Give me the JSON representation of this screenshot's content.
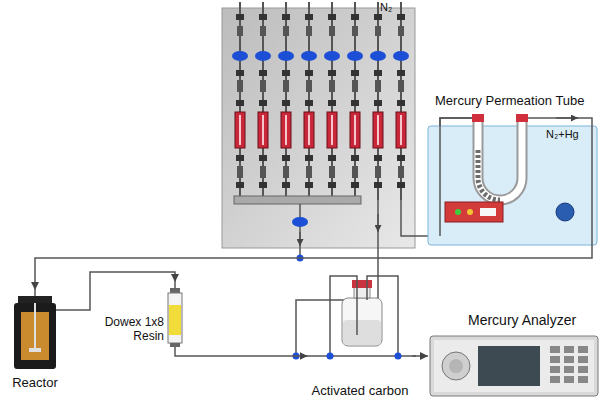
{
  "diagram": {
    "nodes": [
      {
        "text": [
          "Mercury Permeation Tube"
        ]
      },
      {
        "text": [
          "Reactor"
        ]
      },
      {
        "text": [
          "Dowex 1x8 Resin"
        ]
      },
      {
        "text": [
          "Activated carbon"
        ]
      },
      {
        "text": [
          "Mercury Analyzer"
        ]
      }
    ],
    "edges": [
      {
        "from": 0,
        "to": 1,
        "arrow": "to"
      },
      {
        "from": 1,
        "to": 2,
        "arrow": "to"
      },
      {
        "from": 2,
        "to": 3,
        "arrow": "to"
      },
      {
        "from": 3,
        "to": 4,
        "arrow": "to"
      }
    ],
    "labels": [
      "N₂",
      "N₂+Hg"
    ]
  }
}
